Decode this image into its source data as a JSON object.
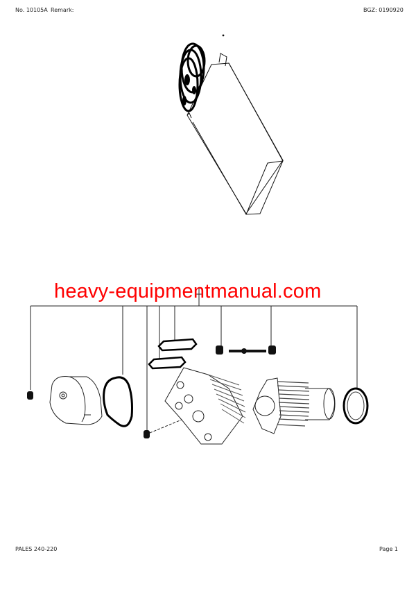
{
  "header": {
    "number_label": "No. 10105A",
    "remark_label": "Remark:",
    "bgz_label": "BGZ: 0190920"
  },
  "watermark": {
    "text": "heavy-equipmentmanual.com",
    "color": "#ff0000"
  },
  "figures": {
    "top": "filter-box-with-gaskets",
    "bottom": "exploded-engine-parts-diagram"
  },
  "footer": {
    "model_label": "PALES 240-220",
    "page_label": "Page 1"
  }
}
